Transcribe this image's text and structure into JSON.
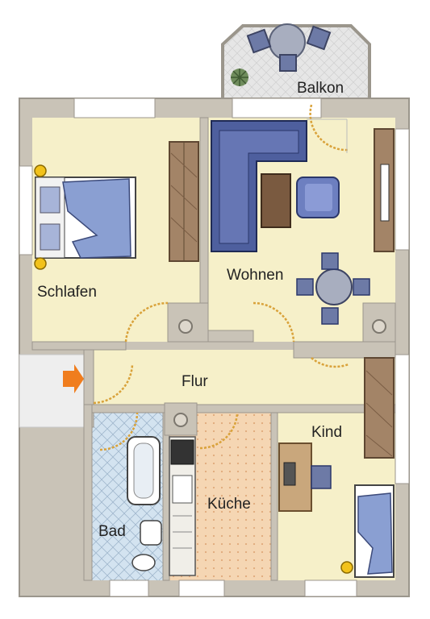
{
  "rooms": {
    "balkon": "Balkon",
    "schlafen": "Schlafen",
    "wohnen": "Wohnen",
    "flur": "Flur",
    "kind": "Kind",
    "kueche": "Küche",
    "bad": "Bad"
  },
  "colors": {
    "wall": "#c9c3b7",
    "wall_edge": "#9b968c",
    "floor": "#f6f0c9",
    "kitchen_floor": "#f6d7b6",
    "bath_floor": "#cfe0ee",
    "balcony_floor": "#e3e3e3",
    "sofa": "#4e5f9e",
    "bed": "#8a9fd2",
    "wood": "#8a6b4f",
    "lamp": "#f2c21b",
    "door_arc": "#d9a23a",
    "entrance_arrow": "#f07d1d"
  },
  "icons": {
    "entrance": "entrance-arrow-icon",
    "lamp": "ceiling-lamp-icon",
    "chimney": "chimney-icon"
  }
}
